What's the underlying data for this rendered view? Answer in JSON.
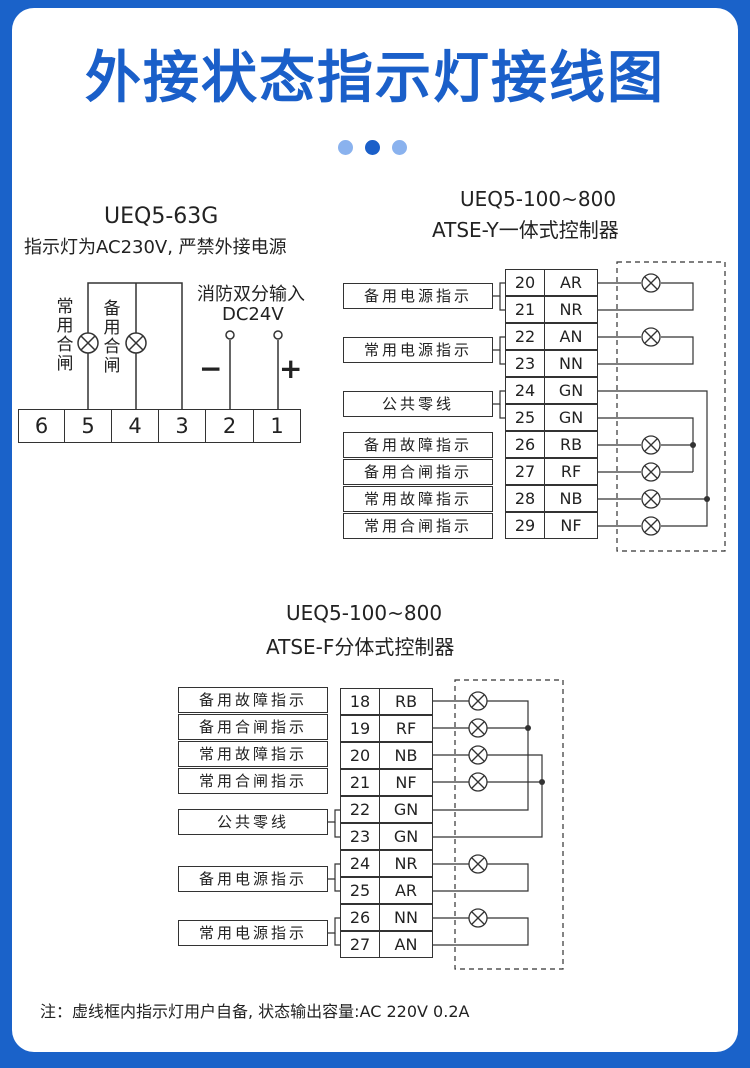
{
  "title": "外接状态指示灯接线图",
  "d63g": {
    "model": "UEQ5-63G",
    "note": "指示灯为AC230V, 严禁外接电源",
    "fire_input": "消防双分输入",
    "dc": "DC24V",
    "minus": "−",
    "plus": "+",
    "normal_close": "常用合闸",
    "backup_close": "备用合闸",
    "terminals": [
      "6",
      "5",
      "4",
      "3",
      "2",
      "1"
    ]
  },
  "dy": {
    "model": "UEQ5-100~800",
    "sub": "ATSE-Y一体式控制器",
    "labels": [
      "备用电源指示",
      "常用电源指示",
      "公共零线",
      "备用故障指示",
      "备用合闸指示",
      "常用故障指示",
      "常用合闸指示"
    ],
    "nums": [
      "20",
      "21",
      "22",
      "23",
      "24",
      "25",
      "26",
      "27",
      "28",
      "29"
    ],
    "codes": [
      "AR",
      "NR",
      "AN",
      "NN",
      "GN",
      "GN",
      "RB",
      "RF",
      "NB",
      "NF"
    ]
  },
  "df": {
    "model": "UEQ5-100~800",
    "sub": "ATSE-F分体式控制器",
    "labels": [
      "备用故障指示",
      "备用合闸指示",
      "常用故障指示",
      "常用合闸指示",
      "公共零线",
      "备用电源指示",
      "常用电源指示"
    ],
    "nums": [
      "18",
      "19",
      "20",
      "21",
      "22",
      "23",
      "24",
      "25",
      "26",
      "27"
    ],
    "codes": [
      "RB",
      "RF",
      "NB",
      "NF",
      "GN",
      "GN",
      "NR",
      "AR",
      "NN",
      "AN"
    ]
  },
  "footnote": "注：虚线框内指示灯用户自备, 状态输出容量:AC 220V 0.2A",
  "colors": {
    "frame": "#1a62c9",
    "title": "#1a5fc9",
    "dot_light": "#8ab2ee",
    "line": "#333333"
  }
}
